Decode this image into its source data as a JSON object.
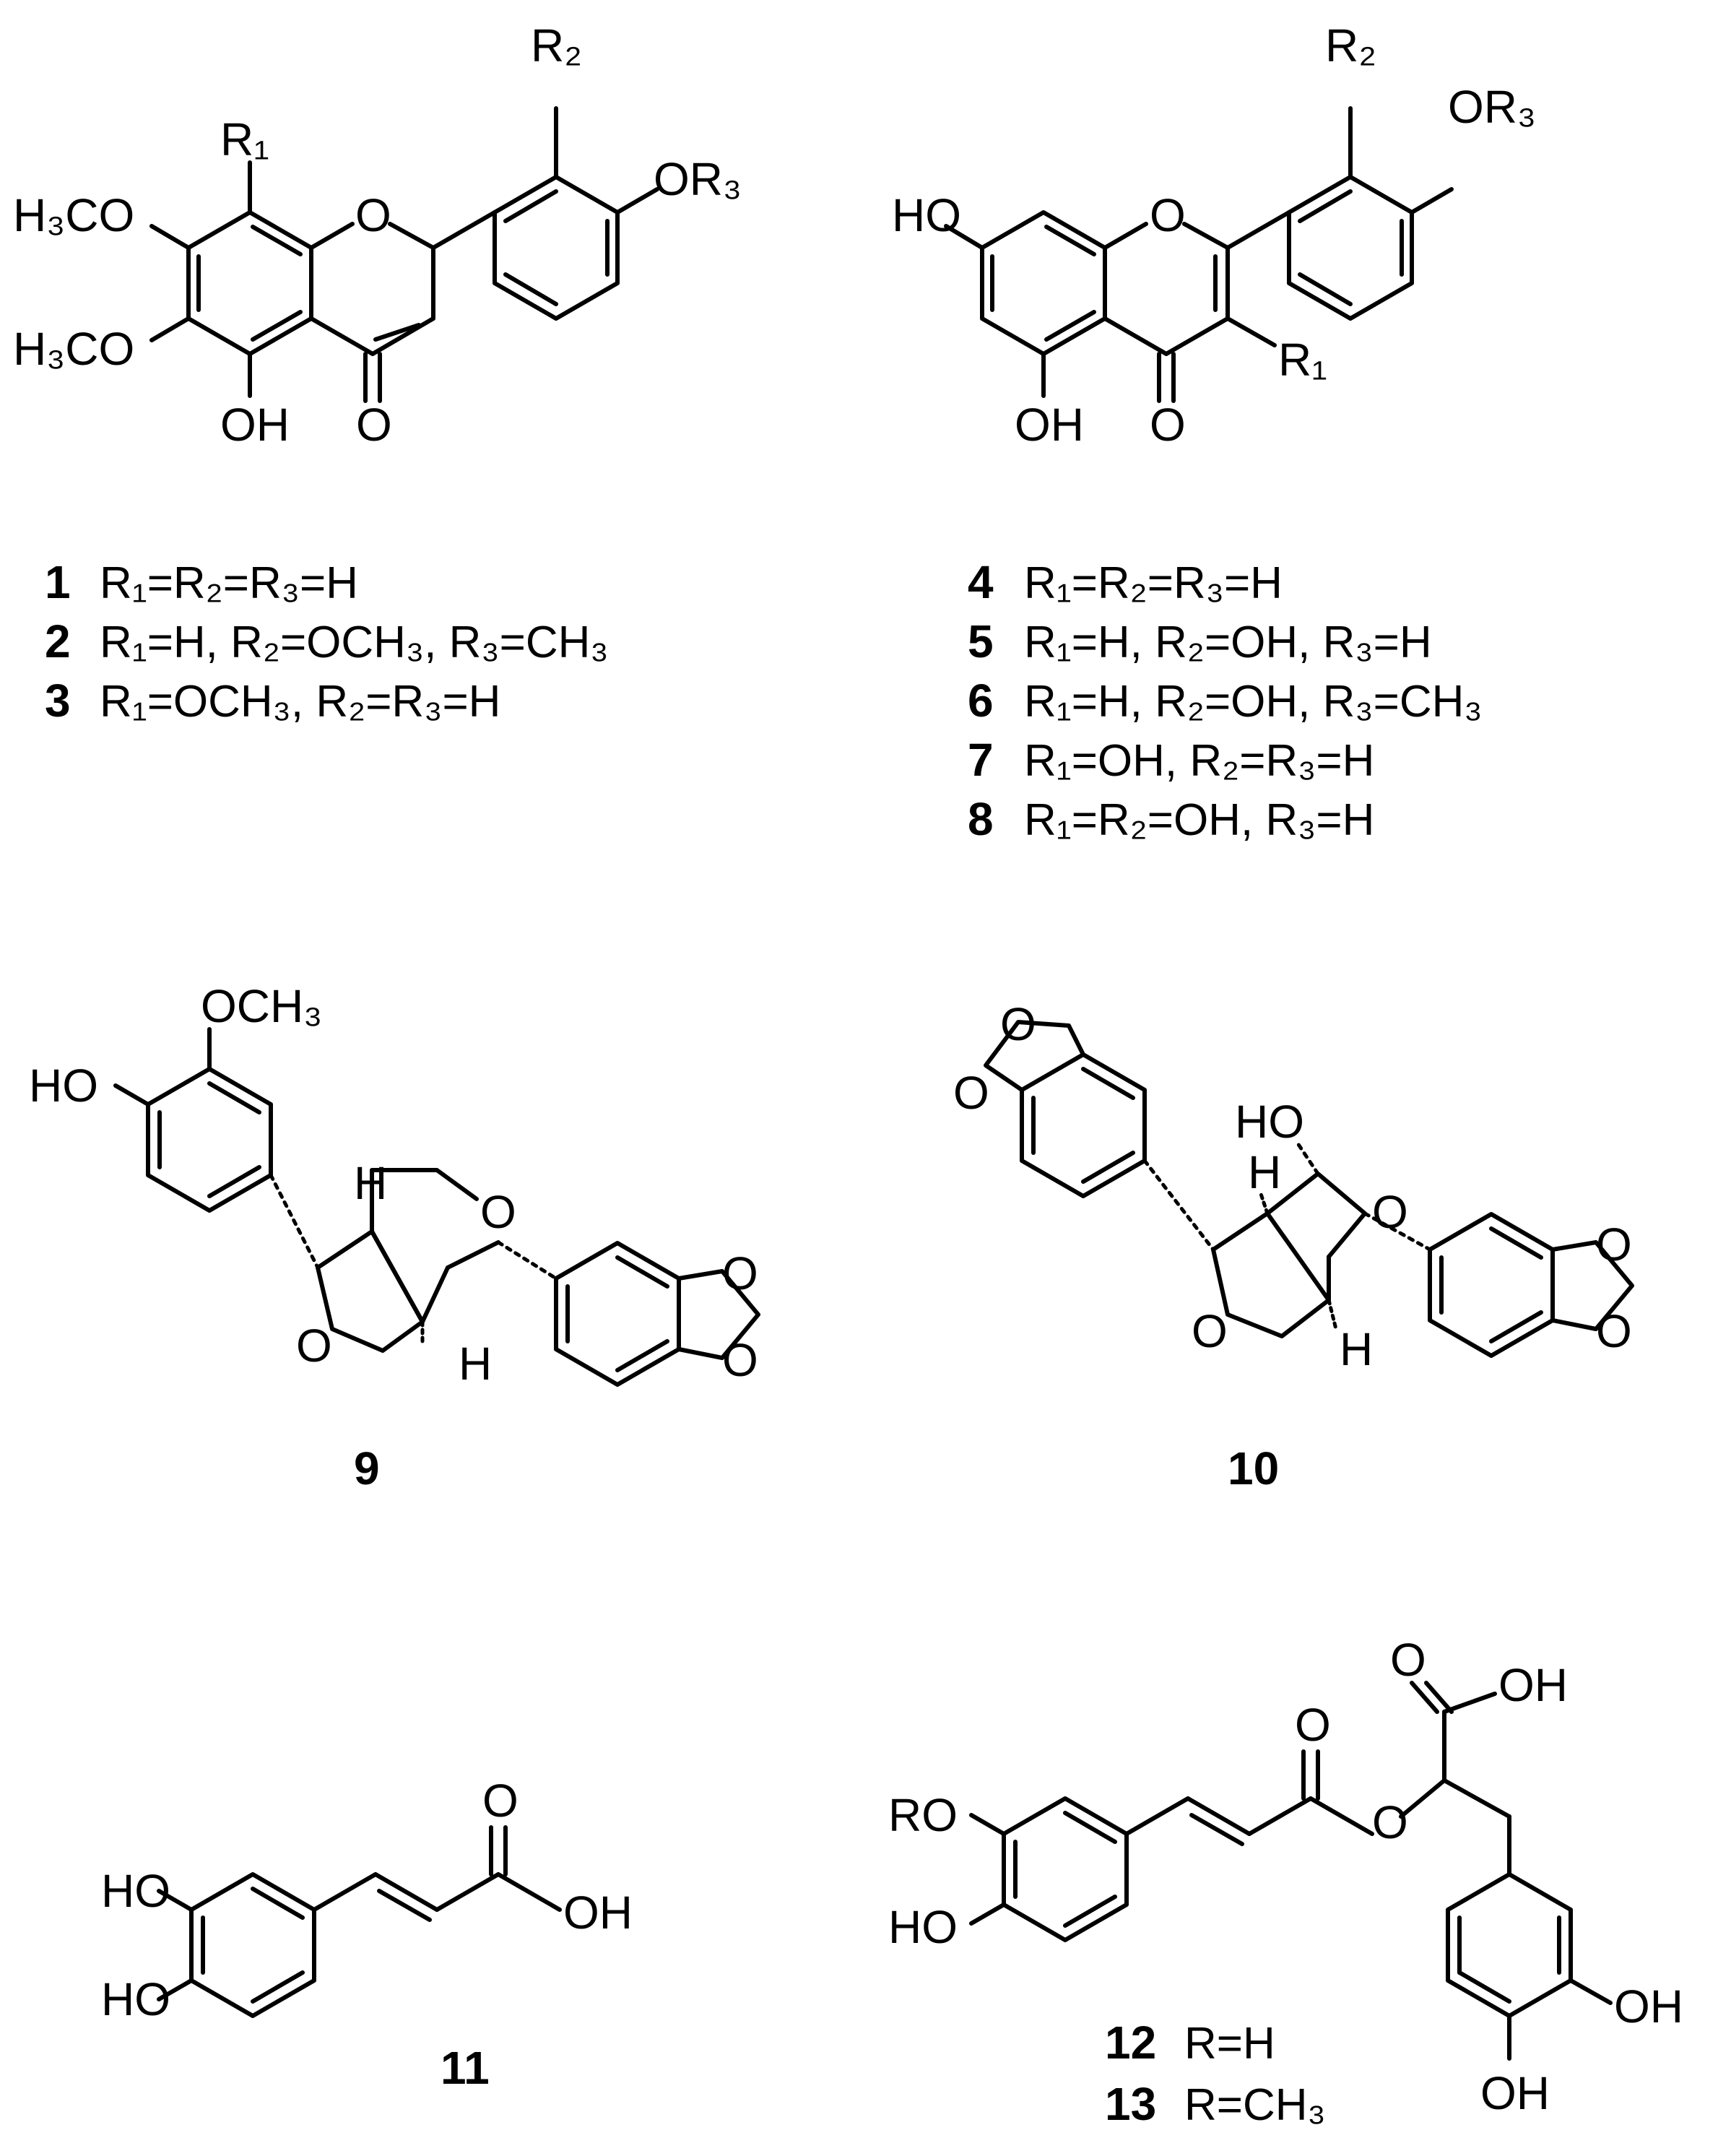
{
  "compounds": {
    "c1": {
      "number": "1",
      "substituents": "R₁=R₂=R₃=H"
    },
    "c2": {
      "number": "2",
      "substituents": "R₁=H, R₂=OCH₃, R₃=CH₃"
    },
    "c3": {
      "number": "3",
      "substituents": "R₁=OCH₃, R₂=R₃=H"
    },
    "c4": {
      "number": "4",
      "substituents": "R₁=R₂=R₃=H"
    },
    "c5": {
      "number": "5",
      "substituents": "R₁=H, R₂=OH, R₃=H"
    },
    "c6": {
      "number": "6",
      "substituents": "R₁=H, R₂=OH, R₃=CH₃"
    },
    "c7": {
      "number": "7",
      "substituents": "R₁=OH, R₂=R₃=H"
    },
    "c8": {
      "number": "8",
      "substituents": "R₁=R₂=OH, R₃=H"
    },
    "c9": {
      "number": "9"
    },
    "c10": {
      "number": "10"
    },
    "c11": {
      "number": "11"
    },
    "c12": {
      "number": "12",
      "substituents": "R=H"
    },
    "c13": {
      "number": "13",
      "substituents": "R=CH₃"
    }
  },
  "atoms": {
    "s1": {
      "R1": "R₁",
      "R2": "R₂",
      "OR3": "OR₃",
      "H3CO_a": "H₃CO",
      "H3CO_b": "H₃CO",
      "OH": "OH",
      "O_carbonyl": "O",
      "O_ring": "O"
    },
    "s2": {
      "HO": "HO",
      "OH": "OH",
      "O_carbonyl": "O",
      "O_ring": "O",
      "R1": "R₁",
      "R2": "R₂",
      "OR3": "OR₃"
    },
    "s9": {
      "OCH3": "OCH₃",
      "HO": "HO",
      "H_a": "H",
      "H_b": "H",
      "O_a": "O",
      "O_b": "O",
      "O_c": "O",
      "O_d": "O"
    },
    "s10": {
      "HO": "HO",
      "H_a": "H",
      "H_b": "H",
      "O_a": "O",
      "O_b": "O",
      "O_c": "O",
      "O_d": "O",
      "O_e": "O",
      "O_f": "O"
    },
    "s11": {
      "HO_a": "HO",
      "HO_b": "HO",
      "O": "O",
      "OH": "OH"
    },
    "s12": {
      "RO": "RO",
      "HO": "HO",
      "O_ester_c": "O",
      "O_ester": "O",
      "O_acid": "O",
      "OH_acid": "OH",
      "OH_a": "OH",
      "OH_b": "OH"
    }
  }
}
